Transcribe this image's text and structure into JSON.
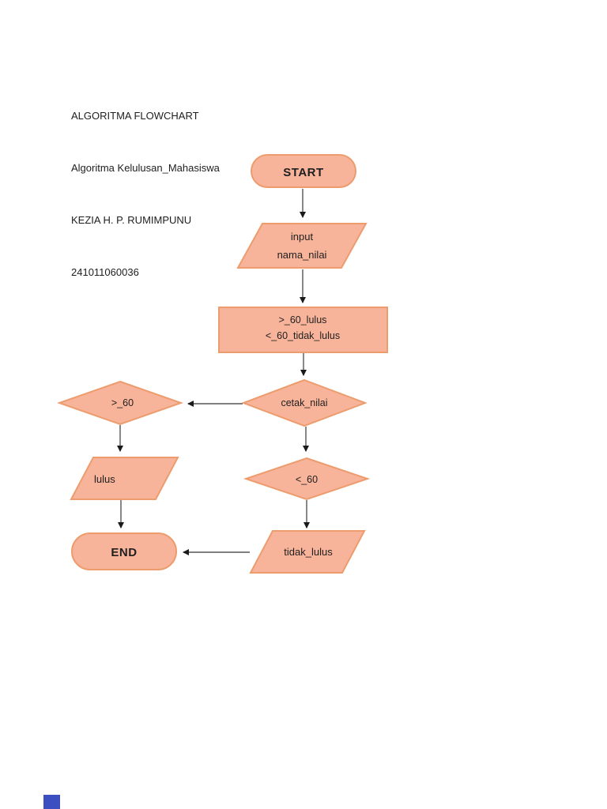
{
  "page": {
    "header_lines": [
      "ALGORITMA FLOWCHART",
      "Algoritma Kelulusan_Mahasiswa",
      "KEZIA H. P. RUMIMPUNU",
      "241011060036"
    ]
  },
  "colors": {
    "node_fill": "#F7B49A",
    "node_border": "#ED9C6D",
    "connector": "#555555",
    "arrowhead": "#1a1a1a",
    "text": "#1f1f1f",
    "page_marker_blue": "#3D4EC0"
  },
  "flowchart": {
    "start_label": "START",
    "input_line1": "input",
    "input_line2": "nama_nilai",
    "process_line1": ">_60_lulus",
    "process_line2": "<_60_tidak_lulus",
    "decision_print_label": "cetak_nilai",
    "decision_pass_label": ">_60",
    "output_pass_label": "lulus",
    "decision_fail_label": "<_60",
    "output_fail_label": "tidak_lulus",
    "end_label": "END"
  }
}
